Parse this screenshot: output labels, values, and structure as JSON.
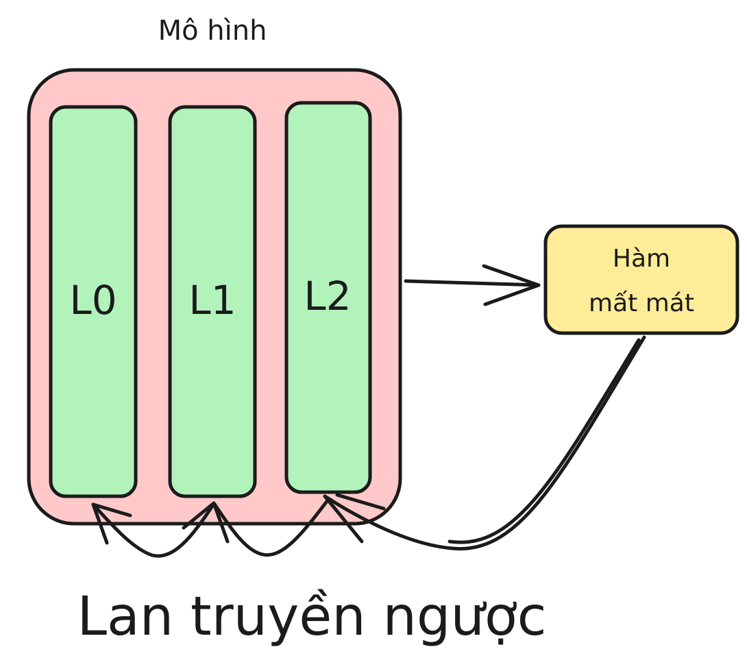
{
  "model": {
    "title": "Mô hình",
    "fill": "#ffc9c9",
    "layers": [
      {
        "label": "L0"
      },
      {
        "label": "L1"
      },
      {
        "label": "L2"
      }
    ],
    "layer_fill": "#b2f2bb"
  },
  "loss": {
    "line1": "Hàm",
    "line2": "mất mát",
    "fill": "#ffec99"
  },
  "caption": "Lan truyền ngược",
  "stroke": "#1b1b1b"
}
